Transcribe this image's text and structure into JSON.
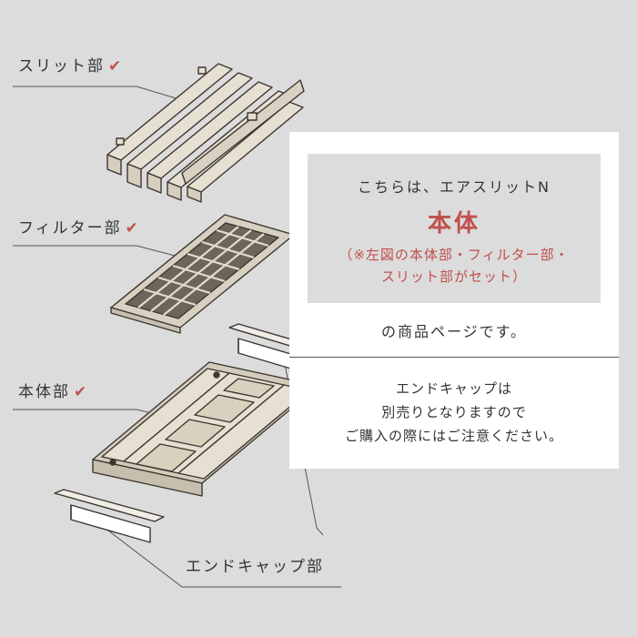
{
  "labels": {
    "slit": "スリット部",
    "filter": "フィルター部",
    "body": "本体部",
    "endcap": "エンドキャップ部",
    "check_icon": "check-icon",
    "check_glyph": "✔"
  },
  "info": {
    "line1": "こちらは、エアスリットN",
    "main": "本体",
    "note_line1": "（※左図の本体部・フィルター部・",
    "note_line2": "スリット部がセット）",
    "page_line": "の商品ページです。",
    "endcap_note": [
      "エンドキャップは",
      "別売りとなりますので",
      "ご購入の際にはご注意ください。"
    ]
  },
  "colors": {
    "background": "#dcdcdc",
    "accent": "#c0504d",
    "panel": "#ffffff",
    "part_fill": "#e6e0d2",
    "part_stroke": "#3c3630",
    "filter_dark": "#6e655a"
  }
}
